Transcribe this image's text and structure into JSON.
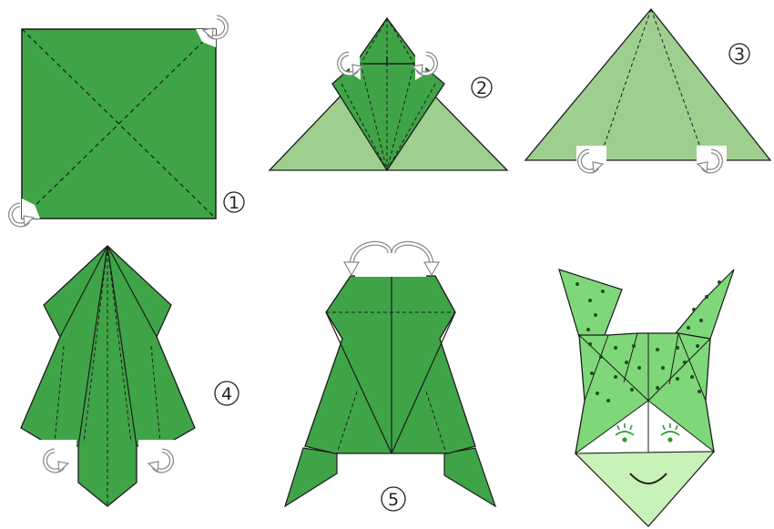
{
  "steps": [
    {
      "number": "1"
    },
    {
      "number": "2"
    },
    {
      "number": "3"
    },
    {
      "number": "4"
    },
    {
      "number": "5"
    }
  ],
  "colors": {
    "dark_green": "#3fa447",
    "light_green": "#9fcf8f",
    "bright_green": "#7ed87a",
    "pale_green": "#c9f2b8",
    "outline": "#1c1c1c",
    "arrow_fill": "#ffffff",
    "arrow_stroke": "#8a8a8a",
    "eye_color": "#2e9b2e"
  },
  "icons": [
    "fold-back-arrow-icon",
    "fold-outward-arrow-icon"
  ]
}
